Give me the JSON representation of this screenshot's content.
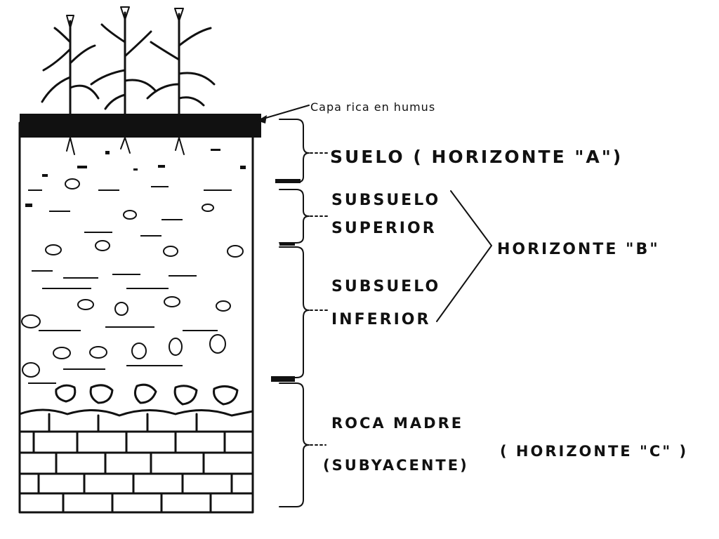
{
  "labels": {
    "humus_layer": "Capa rica en humus",
    "suelo": "SUELO ( HORIZONTE \"A\")",
    "subsuelo_superior_1": "SUBSUELO",
    "subsuelo_superior_2": "SUPERIOR",
    "subsuelo_inferior_1": "SUBSUELO",
    "subsuelo_inferior_2": "INFERIOR",
    "horizonte_b": "HORIZONTE \"B\"",
    "roca_madre_1": "ROCA MADRE",
    "roca_madre_2": "(SUBYACENTE)",
    "horizonte_c": "( HORIZONTE \"C\" )"
  }
}
